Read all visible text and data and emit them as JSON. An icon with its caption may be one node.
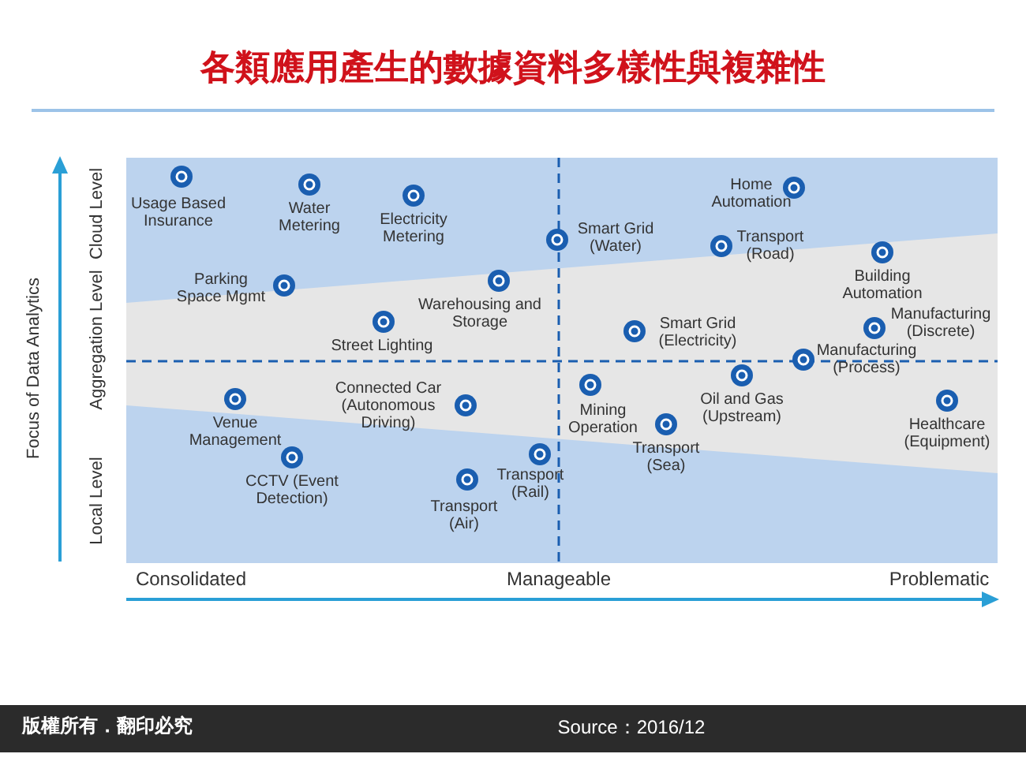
{
  "diagram": {
    "title": "各類應用產生的數據資料多樣性與複雜性",
    "labels": [
      "Focus of Data Analytics",
      "Cloud Level",
      "Aggregation Level",
      "Local Level",
      "Usage Based Insurance",
      "Water Metering",
      "Electricity Metering",
      "Smart Grid (Water)",
      "Home Automation",
      "Transport (Road)",
      "Parking Space Mgmt",
      "Warehousing and Storage",
      "Smart Grid (Electricity)",
      "Building Automation",
      "Manufacturing (Discrete)",
      "Street Lighting",
      "Manufacturing (Process)",
      "Venue Management",
      "Connected Car (Autonomous Driving)",
      "Mining Operation",
      "Oil and Gas (Upstream)",
      "Healthcare (Equipment)",
      "CCTV (Event Detection)",
      "Transport (Air)",
      "Transport (Rail)",
      "Transport (Sea)",
      "Consolidated",
      "Manageable",
      "Problematic",
      "版權所有．翻印必究",
      "Source：2016/12"
    ]
  }
}
